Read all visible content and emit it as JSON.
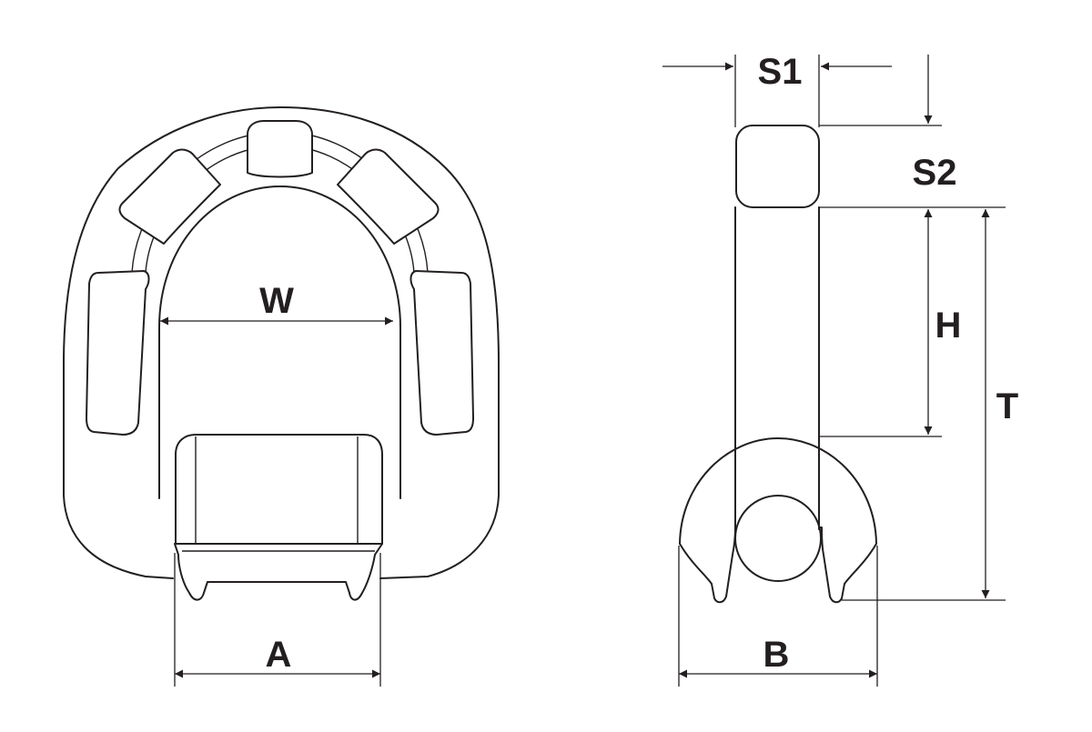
{
  "colors": {
    "line": "#231f20",
    "background": "#ffffff"
  },
  "dimensions": {
    "W": "W",
    "A": "A",
    "S1": "S1",
    "S2": "S2",
    "H": "H",
    "T": "T",
    "B": "B"
  }
}
